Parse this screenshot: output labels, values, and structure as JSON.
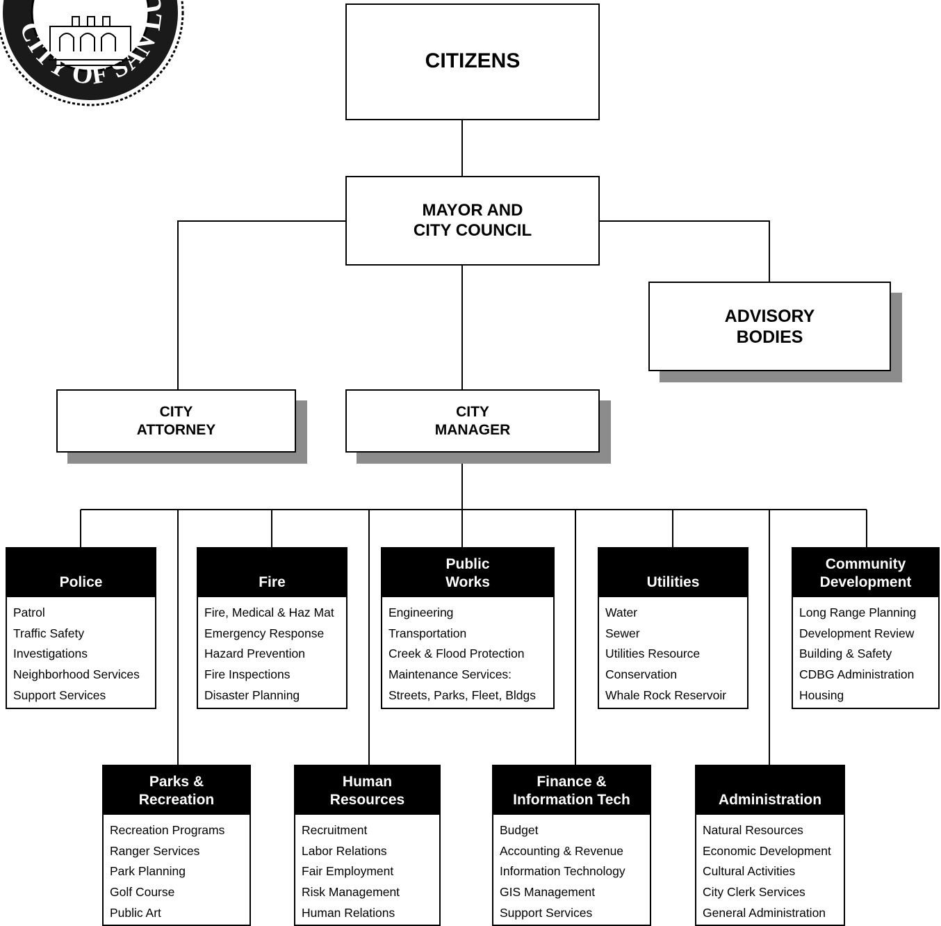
{
  "seal": {
    "text": "CITY OF SAN LUIS OBISPO"
  },
  "citizens": {
    "line1": "CITIZENS"
  },
  "council": {
    "line1": "MAYOR AND",
    "line2": "CITY COUNCIL"
  },
  "advisory": {
    "line1": "ADVISORY",
    "line2": "BODIES"
  },
  "attorney": {
    "line1": "CITY",
    "line2": "ATTORNEY"
  },
  "manager": {
    "line1": "CITY",
    "line2": "MANAGER"
  },
  "departments": [
    {
      "line1": "",
      "line2": "Police",
      "items": [
        "Patrol",
        "Traffic Safety",
        "Investigations",
        "Neighborhood Services",
        "Support Services"
      ]
    },
    {
      "line1": "",
      "line2": "Fire",
      "items": [
        "Fire, Medical & Haz Mat",
        "Emergency Response",
        "Hazard Prevention",
        "Fire Inspections",
        "Disaster Planning"
      ]
    },
    {
      "line1": "Public",
      "line2": "Works",
      "items": [
        "Engineering",
        "Transportation",
        "Creek & Flood Protection",
        "Maintenance Services:",
        "Streets, Parks, Fleet, Bldgs"
      ]
    },
    {
      "line1": "",
      "line2": "Utilities",
      "items": [
        "Water",
        "Sewer",
        "Utilities Resource",
        "Conservation",
        "Whale Rock Reservoir"
      ]
    },
    {
      "line1": "Community",
      "line2": "Development",
      "items": [
        "Long Range Planning",
        "Development Review",
        "Building & Safety",
        "CDBG Administration",
        "Housing"
      ]
    },
    {
      "line1": "Parks &",
      "line2": "Recreation",
      "items": [
        "Recreation Programs",
        "Ranger Services",
        "Park Planning",
        "Golf Course",
        "Public Art"
      ]
    },
    {
      "line1": "Human",
      "line2": "Resources",
      "items": [
        "Recruitment",
        "Labor Relations",
        "Fair Employment",
        "Risk Management",
        "Human Relations"
      ]
    },
    {
      "line1": "Finance &",
      "line2": "Information Tech",
      "items": [
        "Budget",
        "Accounting & Revenue",
        "Information Technology",
        "GIS Management",
        "Support Services"
      ]
    },
    {
      "line1": "",
      "line2": "Administration",
      "items": [
        "Natural Resources",
        "Economic Development",
        "Cultural Activities",
        "City Clerk Services",
        "General Administration"
      ]
    }
  ]
}
